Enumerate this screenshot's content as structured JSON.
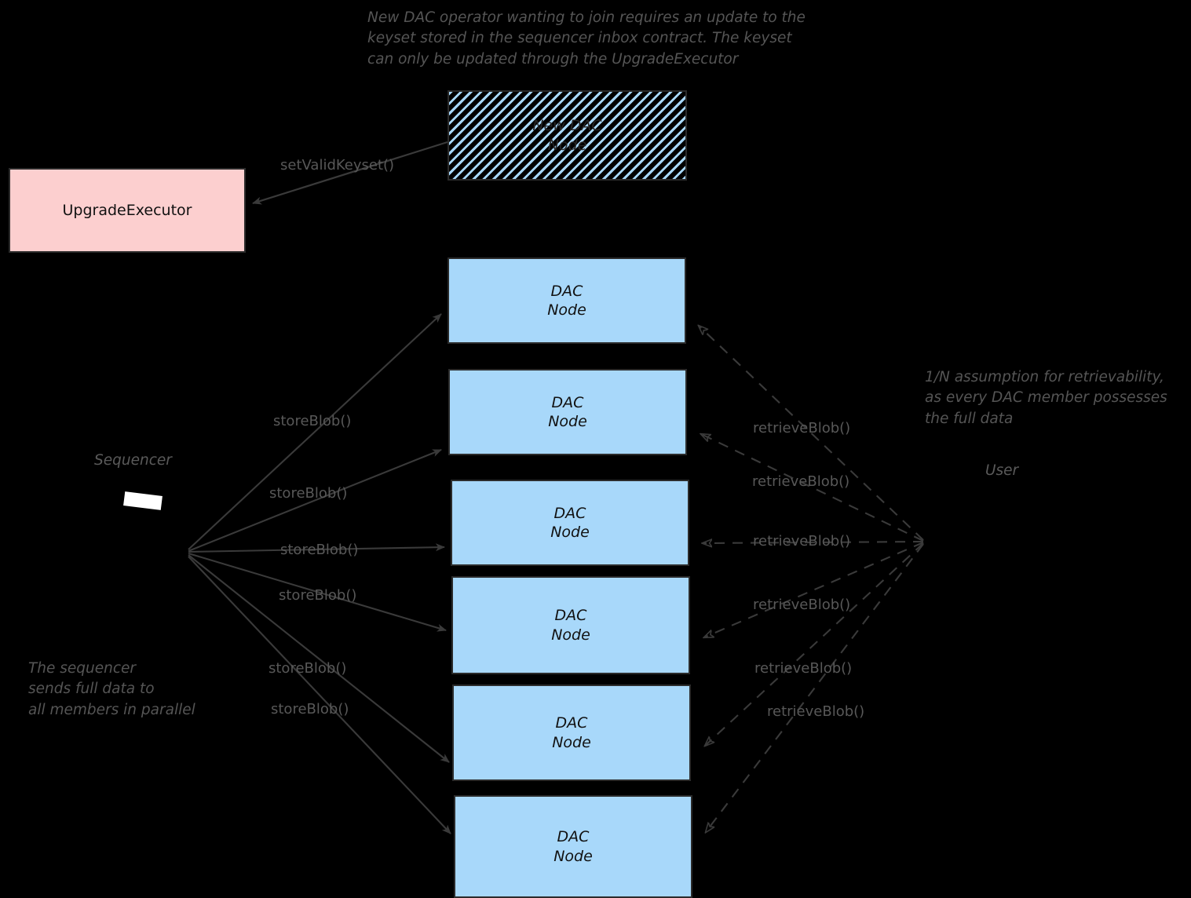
{
  "diagram": {
    "title_note": "New DAC operator wanting to join requires an update to the\nkeyset stored in the sequencer inbox contract. The keyset\ncan only be updated through the UpgradeExecutor",
    "sequencer_note": "The sequencer\nsends full data to\nall members in parallel",
    "retrievability_note": "1/N assumption for retrievability,\nas every DAC member possesses\nthe full data",
    "actors": {
      "sequencer_label": "Sequencer",
      "user_label": "User"
    },
    "upgrade_executor": {
      "label": "UpgradeExecutor",
      "fill": "#fccfcf",
      "stroke": "#2b2b2b"
    },
    "new_node": {
      "line1": "New DAC",
      "line2": "Node",
      "fill": "#a8d8fa",
      "stroke": "#2b2b2b"
    },
    "dac_nodes": [
      {
        "line1": "DAC",
        "line2": "Node"
      },
      {
        "line1": "DAC",
        "line2": "Node"
      },
      {
        "line1": "DAC",
        "line2": "Node"
      },
      {
        "line1": "DAC",
        "line2": "Node"
      },
      {
        "line1": "DAC",
        "line2": "Node"
      },
      {
        "line1": "DAC",
        "line2": "Node"
      }
    ],
    "node_fill": "#a8d8fa",
    "node_stroke": "#2b2b2b",
    "store_labels": [
      "storeBlob()",
      "storeBlob()",
      "storeBlob()",
      "storeBlob()",
      "storeBlob()",
      "storeBlob()"
    ],
    "retrieve_labels": [
      "retrieveBlob()",
      "retrieveBlob()",
      "retrieveBlob()",
      "retrieveBlob()",
      "retrieveBlob()",
      "retrieveBlob()"
    ],
    "keyset_call_label": "setValidKeyset()"
  }
}
